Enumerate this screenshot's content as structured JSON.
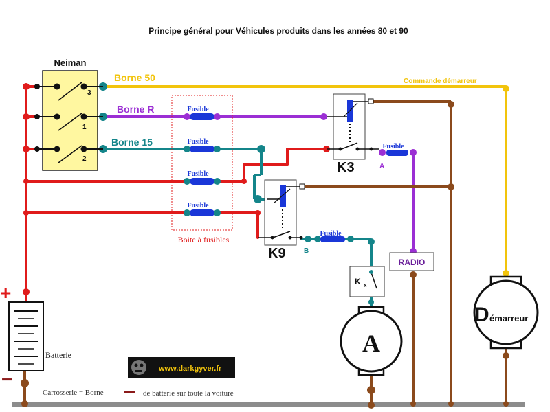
{
  "title": "Principe général pour Véhicules produits dans les années 80 et 90",
  "neiman": {
    "label": "Neiman",
    "pos3": "3",
    "pos1": "1",
    "pos2": "2"
  },
  "wires": {
    "borne50": "Borne 50",
    "borneR": "Borne R",
    "borne15": "Borne 15",
    "commande": "Commande démarreur"
  },
  "fuses": {
    "label": "Fusible",
    "box_label": "Boite à fusibles"
  },
  "relays": {
    "k3": "K3",
    "k9": "K9",
    "kx_main": "K",
    "kx_sub": "x"
  },
  "points": {
    "a": "A",
    "b": "B"
  },
  "radio": "RADIO",
  "motor_a": "A",
  "starter": {
    "big": "D",
    "rest": "émarreur"
  },
  "battery": {
    "label": "Batterie",
    "plus": "+",
    "minus": "−"
  },
  "ground_note": {
    "part1": "Carrosserie = Borne",
    "part2": "de batterie sur toute la voiture"
  },
  "watermark": "www.darkgyver.fr",
  "colors": {
    "red": "#e01b1b",
    "yellow": "#f2c40c",
    "purple": "#9b2fd4",
    "teal": "#14858a",
    "brown": "#8b4a1c",
    "blue": "#1a37d8",
    "ground": "#8c8c8c"
  }
}
